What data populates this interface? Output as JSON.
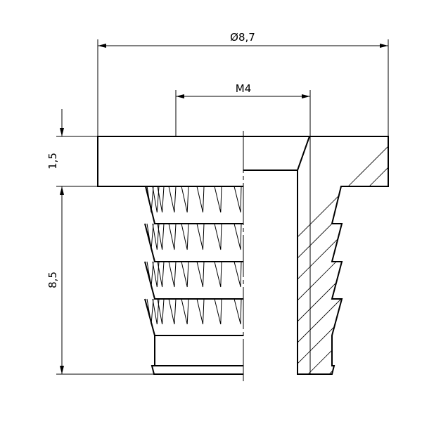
{
  "dimensions": {
    "flange_diameter": "Ø8,7",
    "thread": "M4",
    "flange_height": "1,5",
    "body_length": "8,5"
  },
  "colors": {
    "line": "#000000",
    "background": "#ffffff"
  }
}
